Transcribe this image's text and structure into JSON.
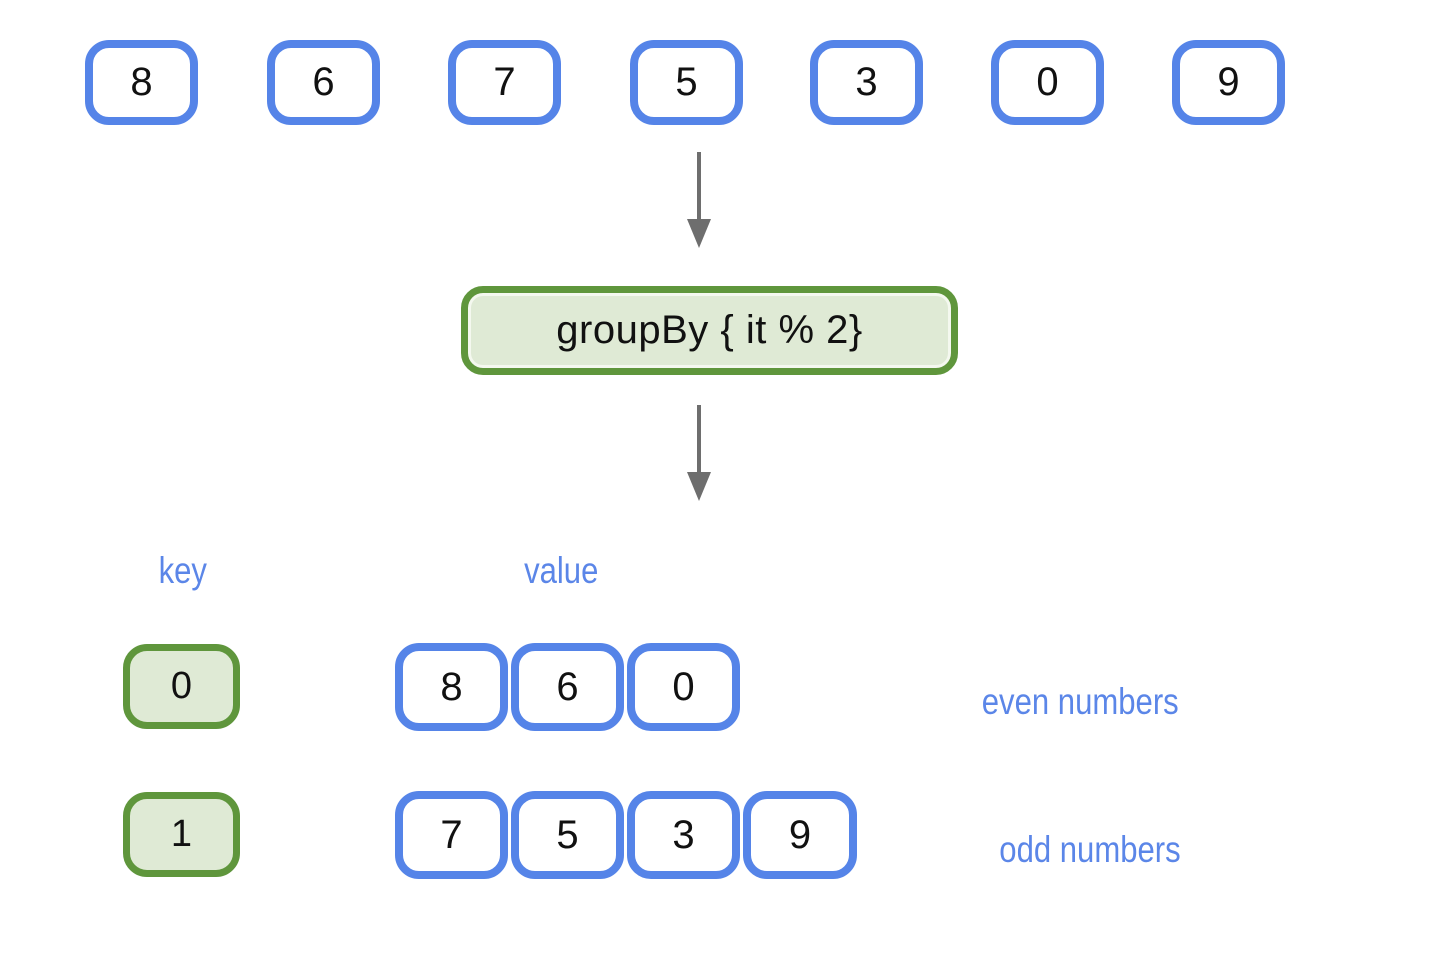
{
  "colors": {
    "accent-blue": "#5584e8",
    "label-blue": "#5b86e8",
    "accent-green": "#5f963c",
    "green-fill": "#dfead5",
    "arrow-gray": "#6e6e6e",
    "number-black": "#111111"
  },
  "input": {
    "items": [
      "8",
      "6",
      "7",
      "5",
      "3",
      "0",
      "9"
    ]
  },
  "operation": {
    "label": "groupBy { it % 2}"
  },
  "result": {
    "key_header": "key",
    "value_header": "value",
    "groups": [
      {
        "key": "0",
        "values": [
          "8",
          "6",
          "0"
        ],
        "caption": "even numbers"
      },
      {
        "key": "1",
        "values": [
          "7",
          "5",
          "3",
          "9"
        ],
        "caption": "odd numbers"
      }
    ]
  }
}
